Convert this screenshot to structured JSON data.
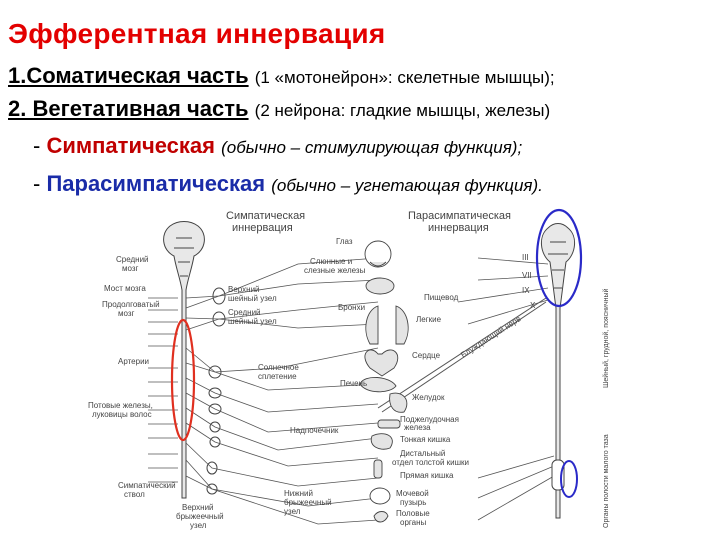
{
  "title": "Эфферентная иннервация",
  "item1": {
    "label": "1.Соматическая часть",
    "note": "(1 «мотонейрон»: скелетные мышцы);"
  },
  "item2": {
    "label": "2. Вегетативная часть",
    "note": "(2 нейрона: гладкие мышцы, железы)"
  },
  "sympathetic": {
    "dash": "-",
    "label": "Симпатическая",
    "note": "(обычно – стимулирующая функция);"
  },
  "parasympathetic": {
    "dash": "-",
    "label": "Парасимпатическая",
    "note": "(обычно – угнетающая функция)."
  },
  "diagram": {
    "sym_header": [
      "Симпатическая",
      "иннервация"
    ],
    "para_header": [
      "Парасимпатическая",
      "иннервация"
    ],
    "left_labels": [
      "Средний",
      "мозг",
      "Мост мозга",
      "Продолговатый",
      "мозг",
      "Артерии",
      "Потовые железы,",
      "луковицы волос",
      "Симпатический",
      "ствол",
      "Верхний",
      "брыжеечный",
      "узел"
    ],
    "ganglia_labels": [
      "Верхний",
      "шейный узел",
      "Средний",
      "шейный узел",
      "Солнечное",
      "сплетение",
      "Надпочечник",
      "Нижний",
      "брыжеечный",
      "узел"
    ],
    "organ_labels": [
      "Глаз",
      "Слюнные и",
      "слезные железы",
      "Бронхи",
      "Пищевод",
      "Легкие",
      "Сердце",
      "Печень",
      "Желудок",
      "Поджелудочная",
      "железа",
      "Тонкая кишка",
      "Дистальный",
      "отдел толстой кишки",
      "Прямая кишка",
      "Мочевой",
      "пузырь",
      "Половые",
      "органы"
    ],
    "nerve_label": "Блуждающий нерв",
    "cranial": [
      "III",
      "VII",
      "IX",
      "X"
    ],
    "right_side_label": "Органы полости малого таза",
    "right_top_label": "Шейный, грудной, поясничный"
  },
  "colors": {
    "title": "#e30000",
    "sympathetic": "#c00000",
    "parasympathetic": "#1a2ca8",
    "highlight_red": "#e03020",
    "highlight_blue": "#2a2ac8",
    "ink": "#333333"
  }
}
